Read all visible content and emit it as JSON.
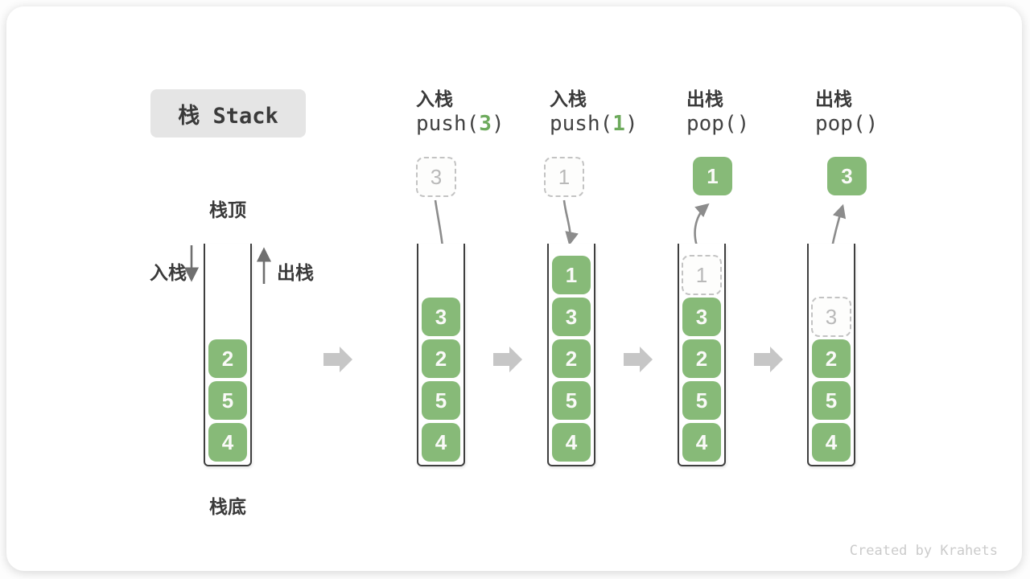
{
  "title": "栈 Stack",
  "watermark": "Created by Krahets",
  "legend": {
    "stack_top": "栈顶",
    "stack_bottom": "栈底",
    "push_label": "入栈",
    "pop_label": "出栈"
  },
  "colors": {
    "cell_green": "#87ba78",
    "cell_text": "#fafaf8",
    "ghost_border": "#c3c3c3",
    "ghost_text": "#b9b9b9",
    "container_border": "#3f3f3f",
    "label_text": "#3a3a3a",
    "code_text": "#424242",
    "code_number": "#6daa5c",
    "flow_arrow": "#c6c6c6",
    "motion_arrow": "#8c8c8c",
    "title_bg": "#e5e5e5",
    "watermark_text": "#cbcbcb"
  },
  "columns": [
    {
      "name": "initial-stack",
      "header": null,
      "floating": null,
      "ghost": null,
      "cells": [
        {
          "value": "2",
          "slot": 2
        },
        {
          "value": "5",
          "slot": 3
        },
        {
          "value": "4",
          "slot": 4
        }
      ]
    },
    {
      "name": "after-push-3",
      "header": {
        "op": "入栈",
        "code_pre": "push(",
        "code_num": "3",
        "code_post": ")"
      },
      "floating": {
        "value": "3",
        "style": "dashed"
      },
      "ghost": null,
      "cells": [
        {
          "value": "3",
          "slot": 1
        },
        {
          "value": "2",
          "slot": 2
        },
        {
          "value": "5",
          "slot": 3
        },
        {
          "value": "4",
          "slot": 4
        }
      ]
    },
    {
      "name": "after-push-1",
      "header": {
        "op": "入栈",
        "code_pre": "push(",
        "code_num": "1",
        "code_post": ")"
      },
      "floating": {
        "value": "1",
        "style": "dashed"
      },
      "ghost": null,
      "cells": [
        {
          "value": "1",
          "slot": 0
        },
        {
          "value": "3",
          "slot": 1
        },
        {
          "value": "2",
          "slot": 2
        },
        {
          "value": "5",
          "slot": 3
        },
        {
          "value": "4",
          "slot": 4
        }
      ]
    },
    {
      "name": "after-pop-1",
      "header": {
        "op": "出栈",
        "code_pre": "pop()",
        "code_num": "",
        "code_post": ""
      },
      "floating": {
        "value": "1",
        "style": "solid"
      },
      "ghost": {
        "value": "1",
        "slot": 0
      },
      "cells": [
        {
          "value": "3",
          "slot": 1
        },
        {
          "value": "2",
          "slot": 2
        },
        {
          "value": "5",
          "slot": 3
        },
        {
          "value": "4",
          "slot": 4
        }
      ]
    },
    {
      "name": "after-pop-3",
      "header": {
        "op": "出栈",
        "code_pre": "pop()",
        "code_num": "",
        "code_post": ""
      },
      "floating": {
        "value": "3",
        "style": "solid"
      },
      "ghost": {
        "value": "3",
        "slot": 1
      },
      "cells": [
        {
          "value": "2",
          "slot": 2
        },
        {
          "value": "5",
          "slot": 3
        },
        {
          "value": "4",
          "slot": 4
        }
      ]
    }
  ]
}
